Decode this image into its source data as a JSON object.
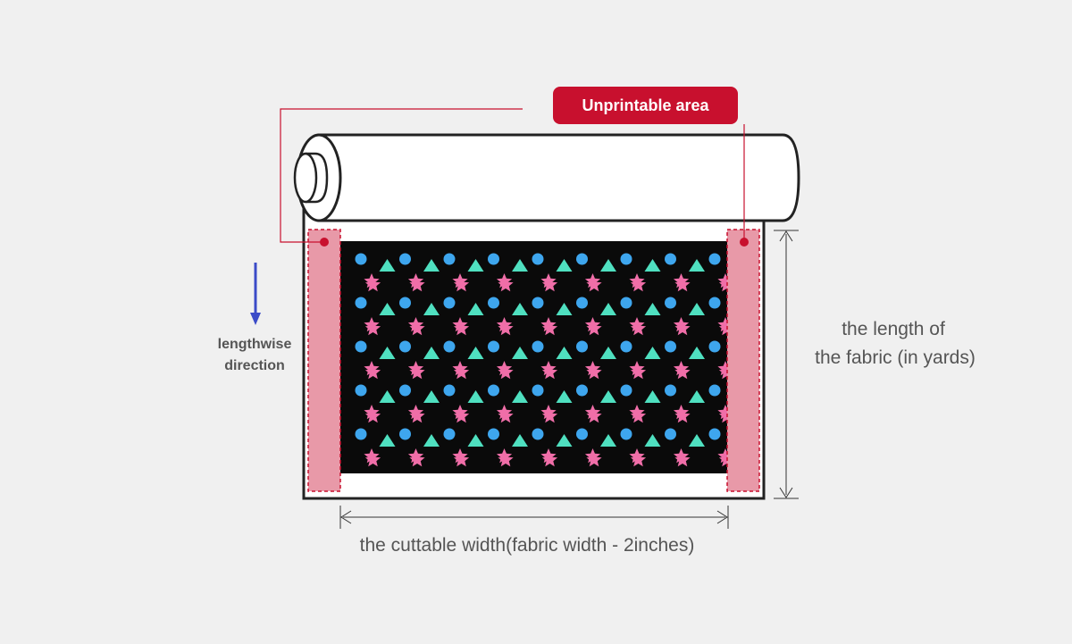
{
  "unprintable_badge": {
    "label": "Unprintable area",
    "color": "#c8102e"
  },
  "direction_label": {
    "line1": "lengthwise",
    "line2": "direction",
    "arrow_color": "#3b4bc8"
  },
  "length_label": {
    "line1": "the length of",
    "line2": "the fabric (in yards)"
  },
  "width_label": "the cuttable width(fabric width - 2inches)",
  "colors": {
    "background": "#f0f0f0",
    "unprintable_fill": "#e899a8",
    "leader_line": "#c8102e",
    "fabric_print": "#0a0a0a",
    "star": "#f06ea8",
    "circle": "#3ea6ee",
    "triangle": "#4fe0c0",
    "outline": "#222222",
    "text": "#555555"
  },
  "icons": {
    "star": "star-icon",
    "circle": "circle-icon",
    "triangle": "triangle-icon",
    "arrow": "arrow-down-icon"
  }
}
